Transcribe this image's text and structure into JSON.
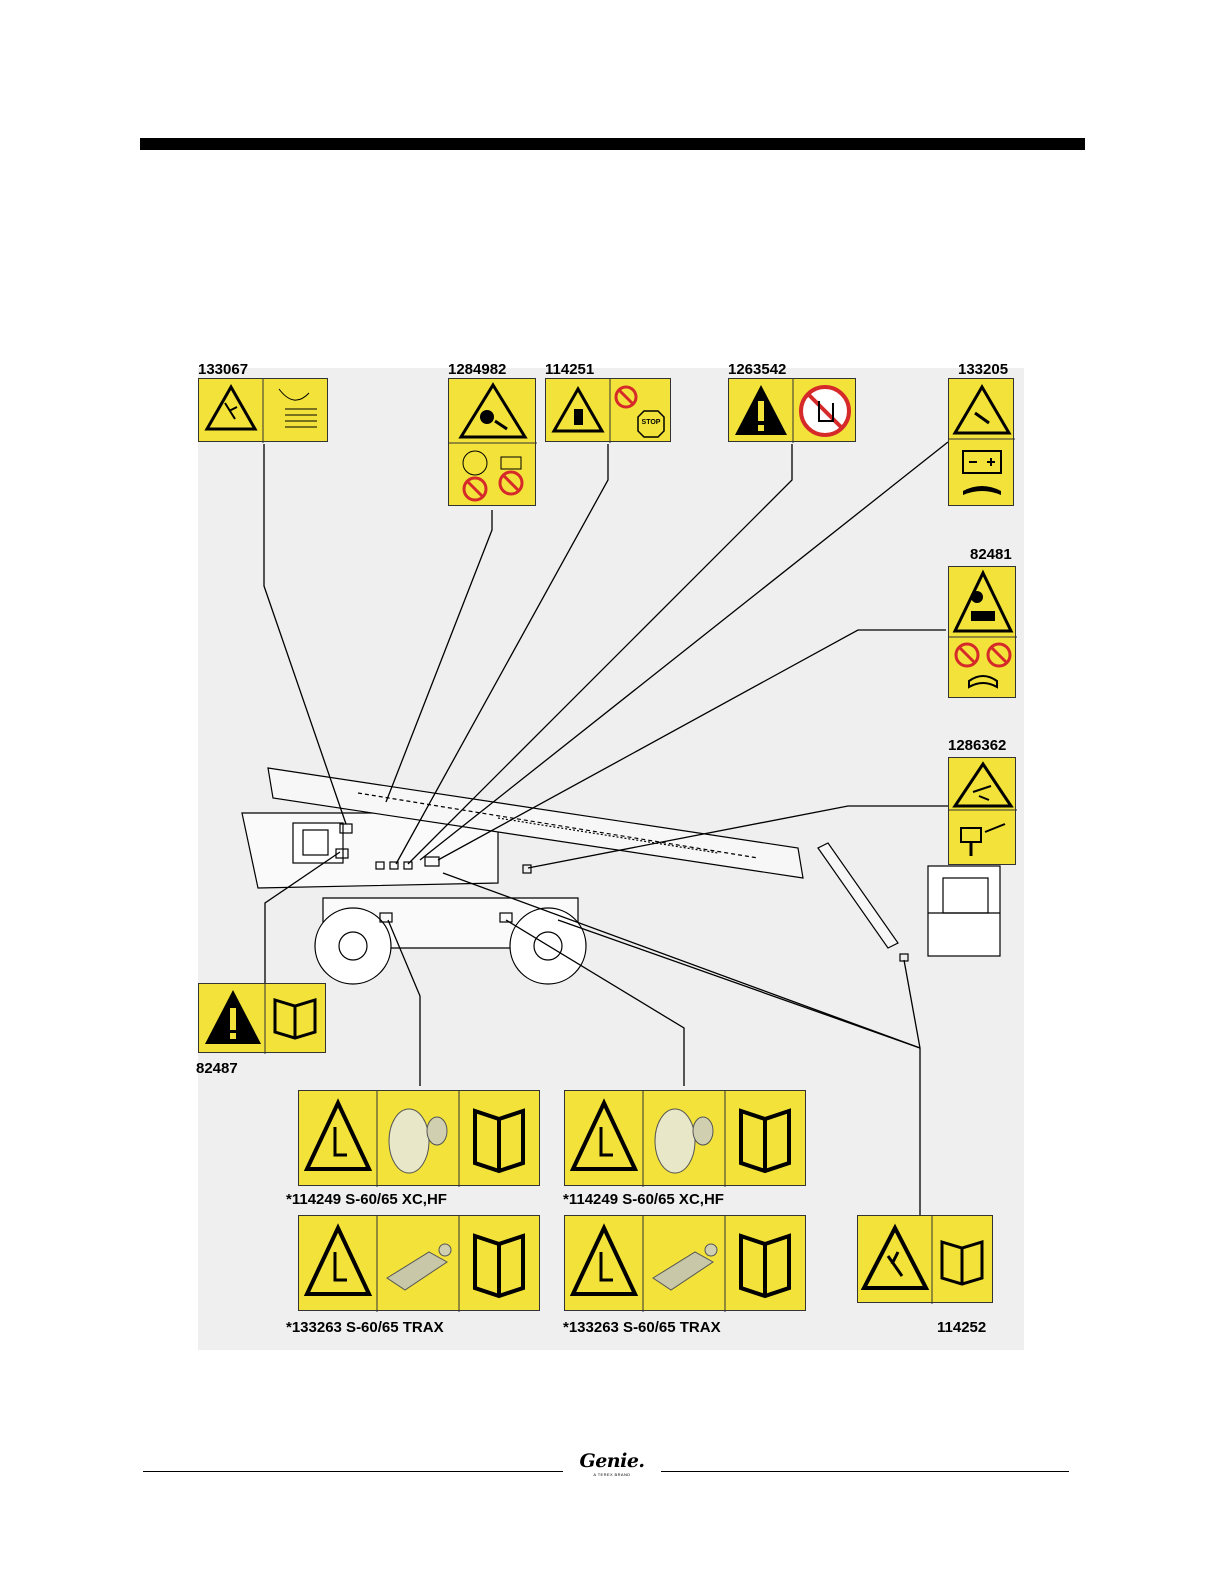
{
  "decals": {
    "d133067": "133067",
    "d1284982": "1284982",
    "d114251": "114251",
    "d1263542": "1263542",
    "d133205": "133205",
    "d82481": "82481",
    "d1286362": "1286362",
    "d82487": "82487",
    "d114249_left": "*114249 S-60/65 XC,HF",
    "d114249_right": "*114249 S-60/65 XC,HF",
    "d133263_left": "*133263 S-60/65 TRAX",
    "d133263_right": "*133263 S-60/65 TRAX",
    "d114252": "114252",
    "stop_sign_text": "STOP"
  },
  "footer": {
    "logo_brand": "Genie.",
    "logo_tagline": "A TEREX BRAND"
  },
  "colors": {
    "decal_yellow": "#f2e23a",
    "prohibition_red": "#d62a2a",
    "figure_bg": "#efefef"
  }
}
